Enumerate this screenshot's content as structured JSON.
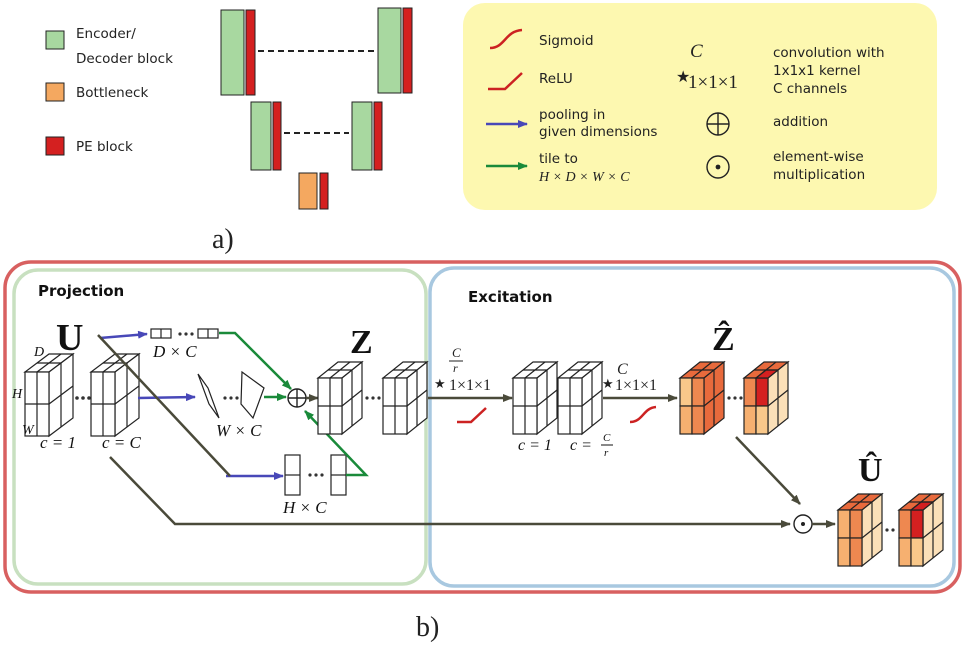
{
  "figure_a": {
    "label": "a)",
    "legend": {
      "encoder_decoder": "Encoder/",
      "encoder_decoder_2": "Decoder block",
      "bottleneck": "Bottleneck",
      "pe_block": "PE block"
    },
    "colors": {
      "encoder": "#a8d8a0",
      "bottleneck": "#f4a860",
      "pe": "#d42020"
    }
  },
  "symbol_legend": {
    "sigmoid": "Sigmoid",
    "relu": "ReLU",
    "pooling_1": "pooling in",
    "pooling_2": "given dimensions",
    "tile_1": "tile to",
    "tile_2": "H × D × W × C",
    "conv_sup": "C",
    "conv_sub": "1×1×1",
    "conv_1": "convolution with",
    "conv_2": "1x1x1 kernel",
    "conv_3": "C channels",
    "addition": "addition",
    "elementwise_1": "element-wise",
    "elementwise_2": "multiplication",
    "background": "#fdf8b0",
    "pool_color": "#4848b8",
    "tile_color": "#1a8a3a",
    "act_color": "#cc2222"
  },
  "figure_b": {
    "label": "b)",
    "projection_title": "Projection",
    "excitation_title": "Excitation",
    "U": "U",
    "Z": "Z",
    "Z_hat": "Ẑ",
    "U_hat": "Û",
    "dim_D": "D",
    "dim_H": "H",
    "dim_W": "W",
    "c_one": "c = 1",
    "c_C": "c = C",
    "D_x_C": "D × C",
    "W_x_C": "W × C",
    "H_x_C": "H × C",
    "conv1_num": "C",
    "conv1_den": "r",
    "conv1_sub": "1×1×1",
    "conv2_sup": "C",
    "conv2_sub": "1×1×1",
    "c_one_b": "c = 1",
    "c_Cr_lhs": "c =",
    "c_Cr_num": "C",
    "c_Cr_den": "r",
    "outer_border": "#d86060",
    "projection_border": "#c8e0c0",
    "excitation_border": "#a8c8e0",
    "arrow_color": "#4a4a3a"
  }
}
